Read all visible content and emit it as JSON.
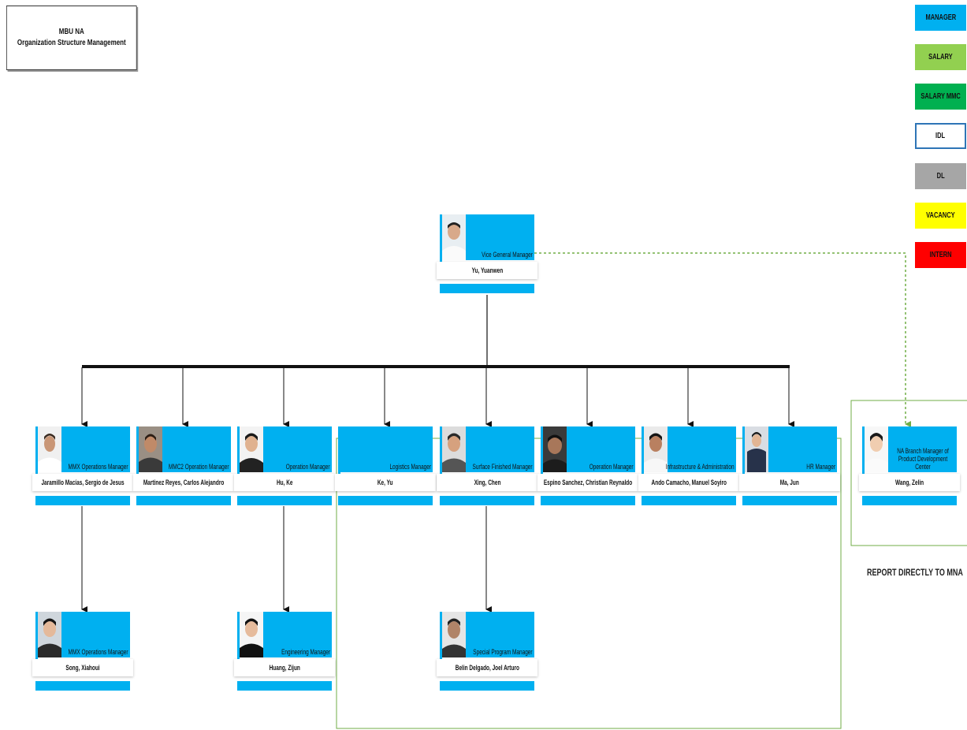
{
  "header": {
    "line1": "MBU NA",
    "line2": "Organization Structure Management"
  },
  "legend": [
    {
      "label": "MANAGER",
      "color": "#00b0f0",
      "border": "#00b0f0"
    },
    {
      "label": "SALARY",
      "color": "#92d050",
      "border": "#92d050"
    },
    {
      "label": "SALARY MMC",
      "color": "#00b050",
      "border": "#00b050"
    },
    {
      "label": "IDL",
      "color": "#ffffff",
      "border": "#2e75b6"
    },
    {
      "label": "DL",
      "color": "#a6a6a6",
      "border": "#a6a6a6"
    },
    {
      "label": "VACANCY",
      "color": "#ffff00",
      "border": "#ffff00"
    },
    {
      "label": "INTERN",
      "color": "#ff0000",
      "border": "#ff0000"
    }
  ],
  "people": {
    "vgm": {
      "title": "Vice General Manager",
      "name": "Yu, Yuanwen"
    },
    "mmx1": {
      "title": "MMX Operations Manager",
      "name": "Jaramillo Macías, Sergio de Jesus"
    },
    "mmc2": {
      "title": "MMC2 Operation Manager",
      "name": "Martinez Reyes, Carlos Alejandro"
    },
    "huke": {
      "title": "Operation Manager",
      "name": "Hu, Ke"
    },
    "keyu": {
      "title": "Logistics Manager",
      "name": "Ke, Yu"
    },
    "xing": {
      "title": "Surface Finished Manager",
      "name": "Xing, Chen"
    },
    "espino": {
      "title": "Operation Manager",
      "name": "Espino Sanchez, Christian Reynaldo"
    },
    "ando": {
      "title": "Infrastructure & Administration",
      "name": "Ando Camacho, Manuel Soyiro"
    },
    "majun": {
      "title": "HR Manager",
      "name": "Ma, Jun"
    },
    "wang": {
      "title": "NA Branch Manager of Product Development Center",
      "name": "Wang, Zelin"
    },
    "song": {
      "title": "MMX Operations Manager",
      "name": "Song, Xiahoui"
    },
    "huang": {
      "title": "Engineering Manager",
      "name": "Huang, Zijun"
    },
    "belin": {
      "title": "Special Program Manager",
      "name": "Belin Delgado, Joel Arturo"
    }
  },
  "report_note": "REPORT DIRECTLY TO MNA",
  "colors": {
    "manager": "#00b0f0",
    "dotted_link": "#70ad47",
    "group_border": "#70ad47"
  }
}
